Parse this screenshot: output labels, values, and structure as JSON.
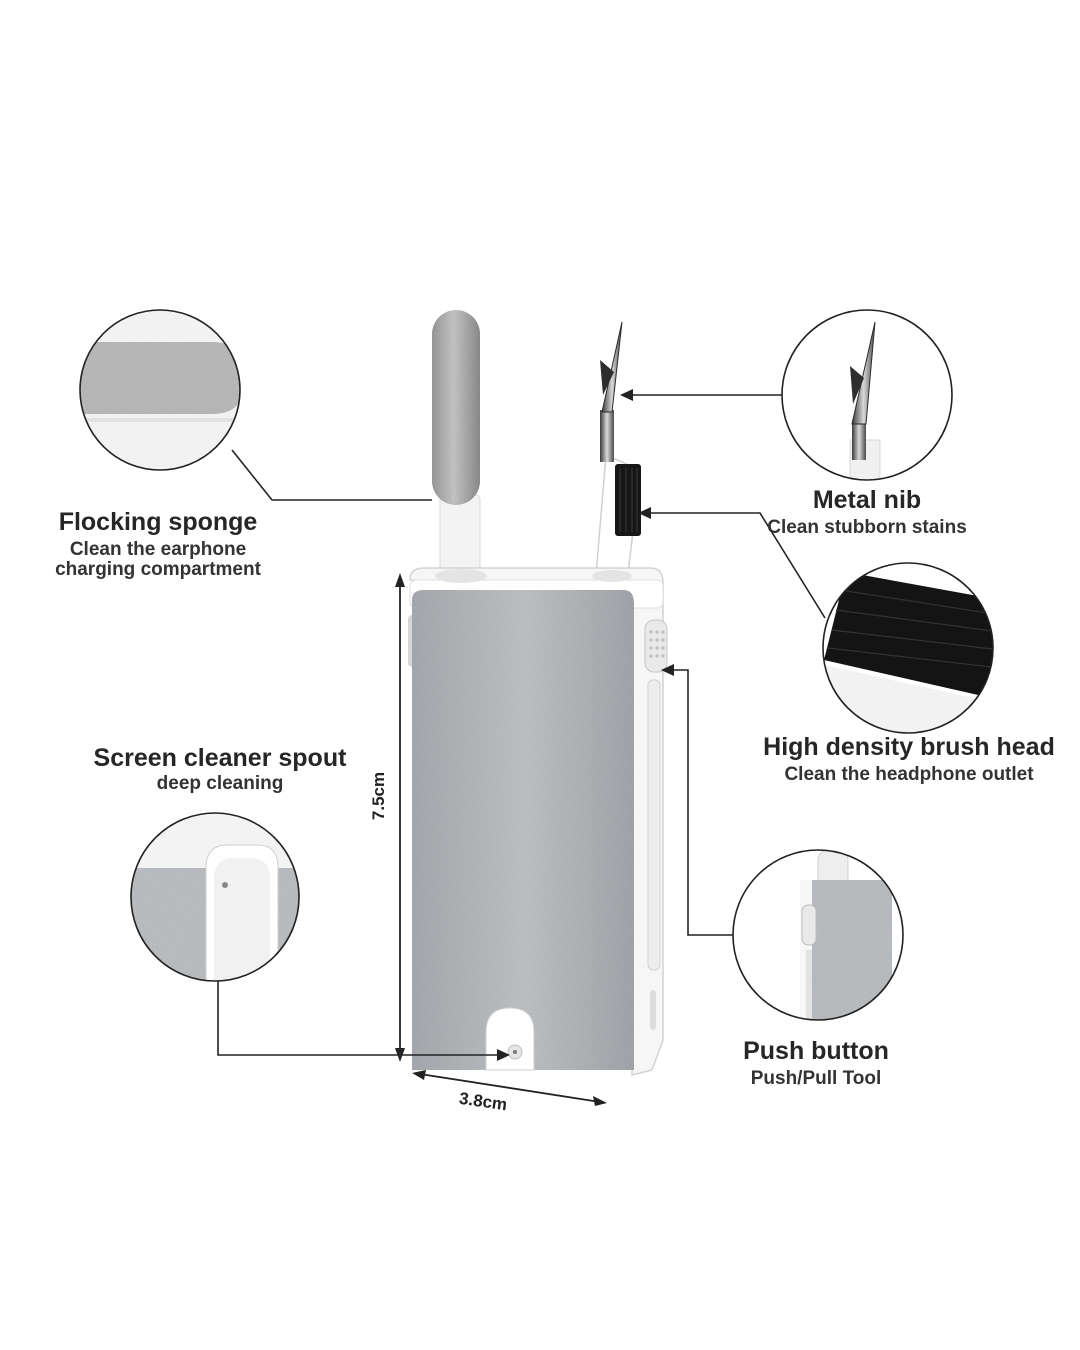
{
  "features": {
    "sponge": {
      "title": "Flocking sponge",
      "sub_1": "Clean the earphone",
      "sub_2": "charging compartment"
    },
    "nib": {
      "title": "Metal nib",
      "sub": "Clean stubborn stains"
    },
    "brush": {
      "title": "High density brush head",
      "sub": "Clean the headphone outlet"
    },
    "spout": {
      "title": "Screen cleaner spout",
      "sub": "deep cleaning"
    },
    "push": {
      "title": "Push button",
      "sub": "Push/Pull Tool"
    }
  },
  "dimensions": {
    "height": "7.5cm",
    "width": "3.8cm"
  },
  "colors": {
    "body_gray": "#b9bcbf",
    "shell_white": "#f6f6f6",
    "bristle_black": "#1a1a1a",
    "line": "#222222"
  }
}
